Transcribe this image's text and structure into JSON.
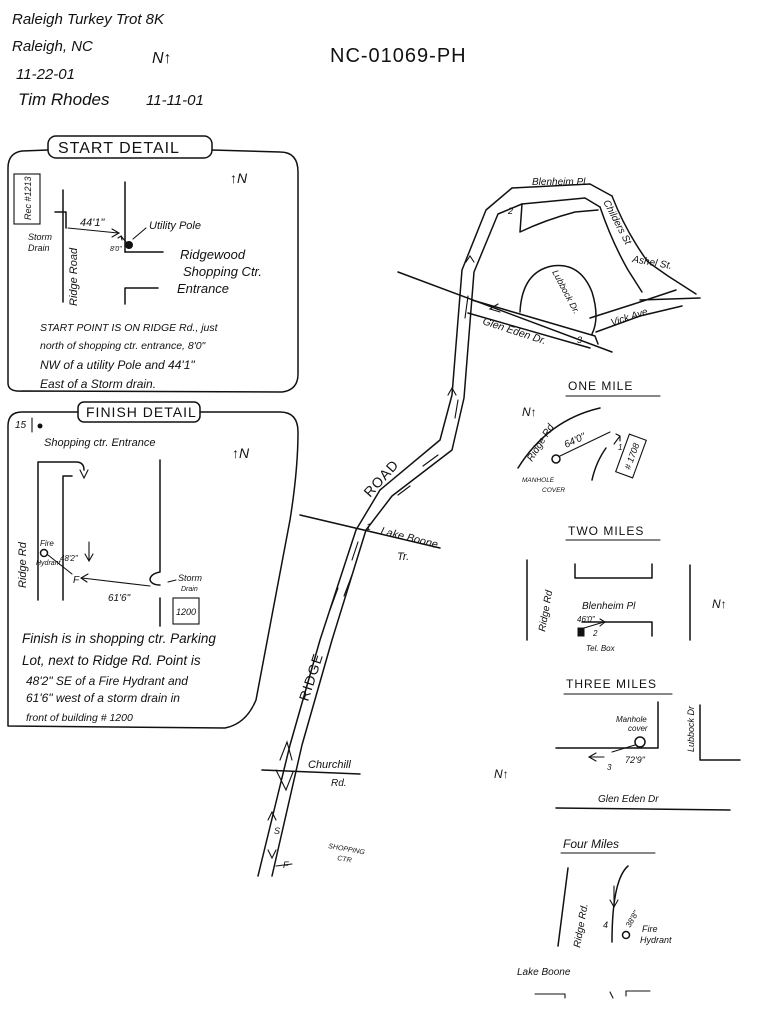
{
  "header": {
    "race_name": "Raleigh Turkey Trot 8K",
    "location": "Raleigh, NC",
    "race_date": "11-22-01",
    "measurer": "Tim Rhodes",
    "measure_date": "11-11-01",
    "north": "N↑",
    "course_id": "NC-01069-PH"
  },
  "start_detail": {
    "title": "START DETAIL",
    "north": "↑N",
    "rec_box": "Rec #1213",
    "distance_drain": "44'1\"",
    "storm_drain": [
      "Storm",
      "Drain"
    ],
    "pole_offset": "8'0\"",
    "utility_pole": "Utility Pole",
    "entrance": [
      "Ridgewood",
      "Shopping Ctr.",
      "Entrance"
    ],
    "road": "Ridge Road",
    "note": [
      "START POINT IS ON RIDGE Rd., just",
      "north of shopping ctr. entrance, 8'0\"",
      "NW of a utility Pole and 44'1\"",
      "East of a Storm drain."
    ]
  },
  "finish_detail": {
    "title": "FINISH DETAIL",
    "marker": "15",
    "entrance": "Shopping ctr. Entrance",
    "north": "↑N",
    "road": "Ridge Rd",
    "hydrant": [
      "Fire",
      "Hydrant"
    ],
    "distance_hydrant": "48'2\"",
    "finish_mark": "F",
    "distance_drain": "61'6\"",
    "storm_drain": [
      "Storm",
      "Drain"
    ],
    "building": "1200",
    "note": [
      "Finish is in shopping ctr. Parking",
      "Lot, next to Ridge Rd. Point is",
      "48'2\" SE of a Fire Hydrant and",
      "61'6\" west of a storm drain in",
      "front of building # 1200"
    ]
  },
  "course_map": {
    "blenheim": "Blenheim Pl.",
    "childers": "Childers St",
    "ashel": "Ashel St.",
    "lubbock": "Lubbock Dr.",
    "vick": "Vick Ave.",
    "glen_eden": "Glen Eden Dr.",
    "road_word": "ROAD",
    "ridge_word": "RIDGE",
    "lake_boone": "Lake Boone",
    "lake_boone_suffix": "Tr.",
    "churchill": "Churchill",
    "churchill_suffix": "Rd.",
    "shopping": "SHOPPING",
    "shopping_ctr": "CTR",
    "start_mark": "S",
    "finish_mark": "F",
    "mile_1": "1",
    "mile_2": "2",
    "mile_3": "3"
  },
  "one_mile": {
    "title": "ONE MILE",
    "north": "N↑",
    "road": "Ridge Rd",
    "distance": "64'0\"",
    "marker": "1",
    "manhole": [
      "MANHOLE",
      "COVER"
    ],
    "building": "# 1708"
  },
  "two_miles": {
    "title": "TWO MILES",
    "road": "Ridge Rd",
    "north": "N↑",
    "street": "Blenheim Pl",
    "distance": "46'0\"",
    "marker": "2",
    "tel_box": "Tel. Box"
  },
  "three_miles": {
    "title": "THREE MILES",
    "manhole": [
      "Manhole",
      "cover"
    ],
    "street": "Lubbock Dr",
    "marker": "3",
    "distance": "72'9\"",
    "cross_street": "Glen Eden Dr",
    "north": "N↑"
  },
  "four_miles": {
    "title": "Four Miles",
    "road": "Ridge Rd.",
    "marker": "4",
    "distance": "38'8\"",
    "hydrant": [
      "Fire",
      "Hydrant"
    ],
    "cross_street": "Lake Boone"
  }
}
